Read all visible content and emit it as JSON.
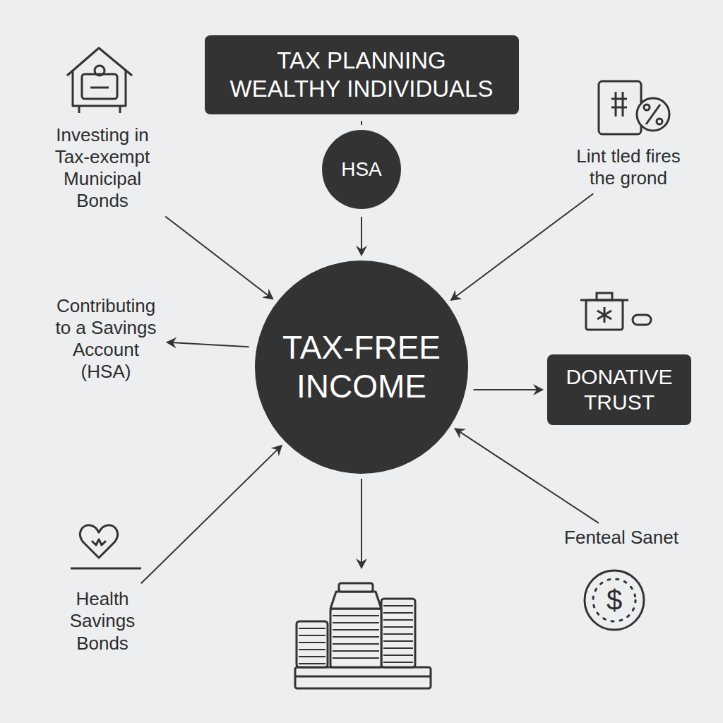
{
  "diagram": {
    "nodes": [
      {
        "text": [
          "TAX PLANNING WEALTHY INDIVIDUALS"
        ]
      },
      {
        "text": [
          "HSA"
        ]
      },
      {
        "text": [
          "TAX-FREE INCOME"
        ]
      },
      {
        "text": [
          "Investing in Tax-exempt Municipal Bonds"
        ]
      },
      {
        "text": [
          "Lint tled fires the grond"
        ]
      },
      {
        "text": [
          "Contributing to a Savings Account (HSA)"
        ]
      },
      {
        "text": [
          "DONATIVE TRUST"
        ]
      },
      {
        "text": [
          "Health Savings Bonds"
        ]
      },
      {
        "text": [
          "Fenteal Sanet"
        ]
      }
    ],
    "edges": [
      {
        "from": 0,
        "to": 1,
        "arrow": "none"
      },
      {
        "from": 1,
        "to": 2,
        "arrow": "to"
      },
      {
        "from": 3,
        "to": 2,
        "arrow": "to"
      },
      {
        "from": 4,
        "to": 2,
        "arrow": "to"
      },
      {
        "from": 2,
        "to": 5,
        "arrow": "to"
      },
      {
        "from": 2,
        "to": 6,
        "arrow": "to"
      },
      {
        "from": 7,
        "to": 2,
        "arrow": "to"
      },
      {
        "from": 8,
        "to": 2,
        "arrow": "to"
      }
    ],
    "labels": [
      "$"
    ]
  }
}
